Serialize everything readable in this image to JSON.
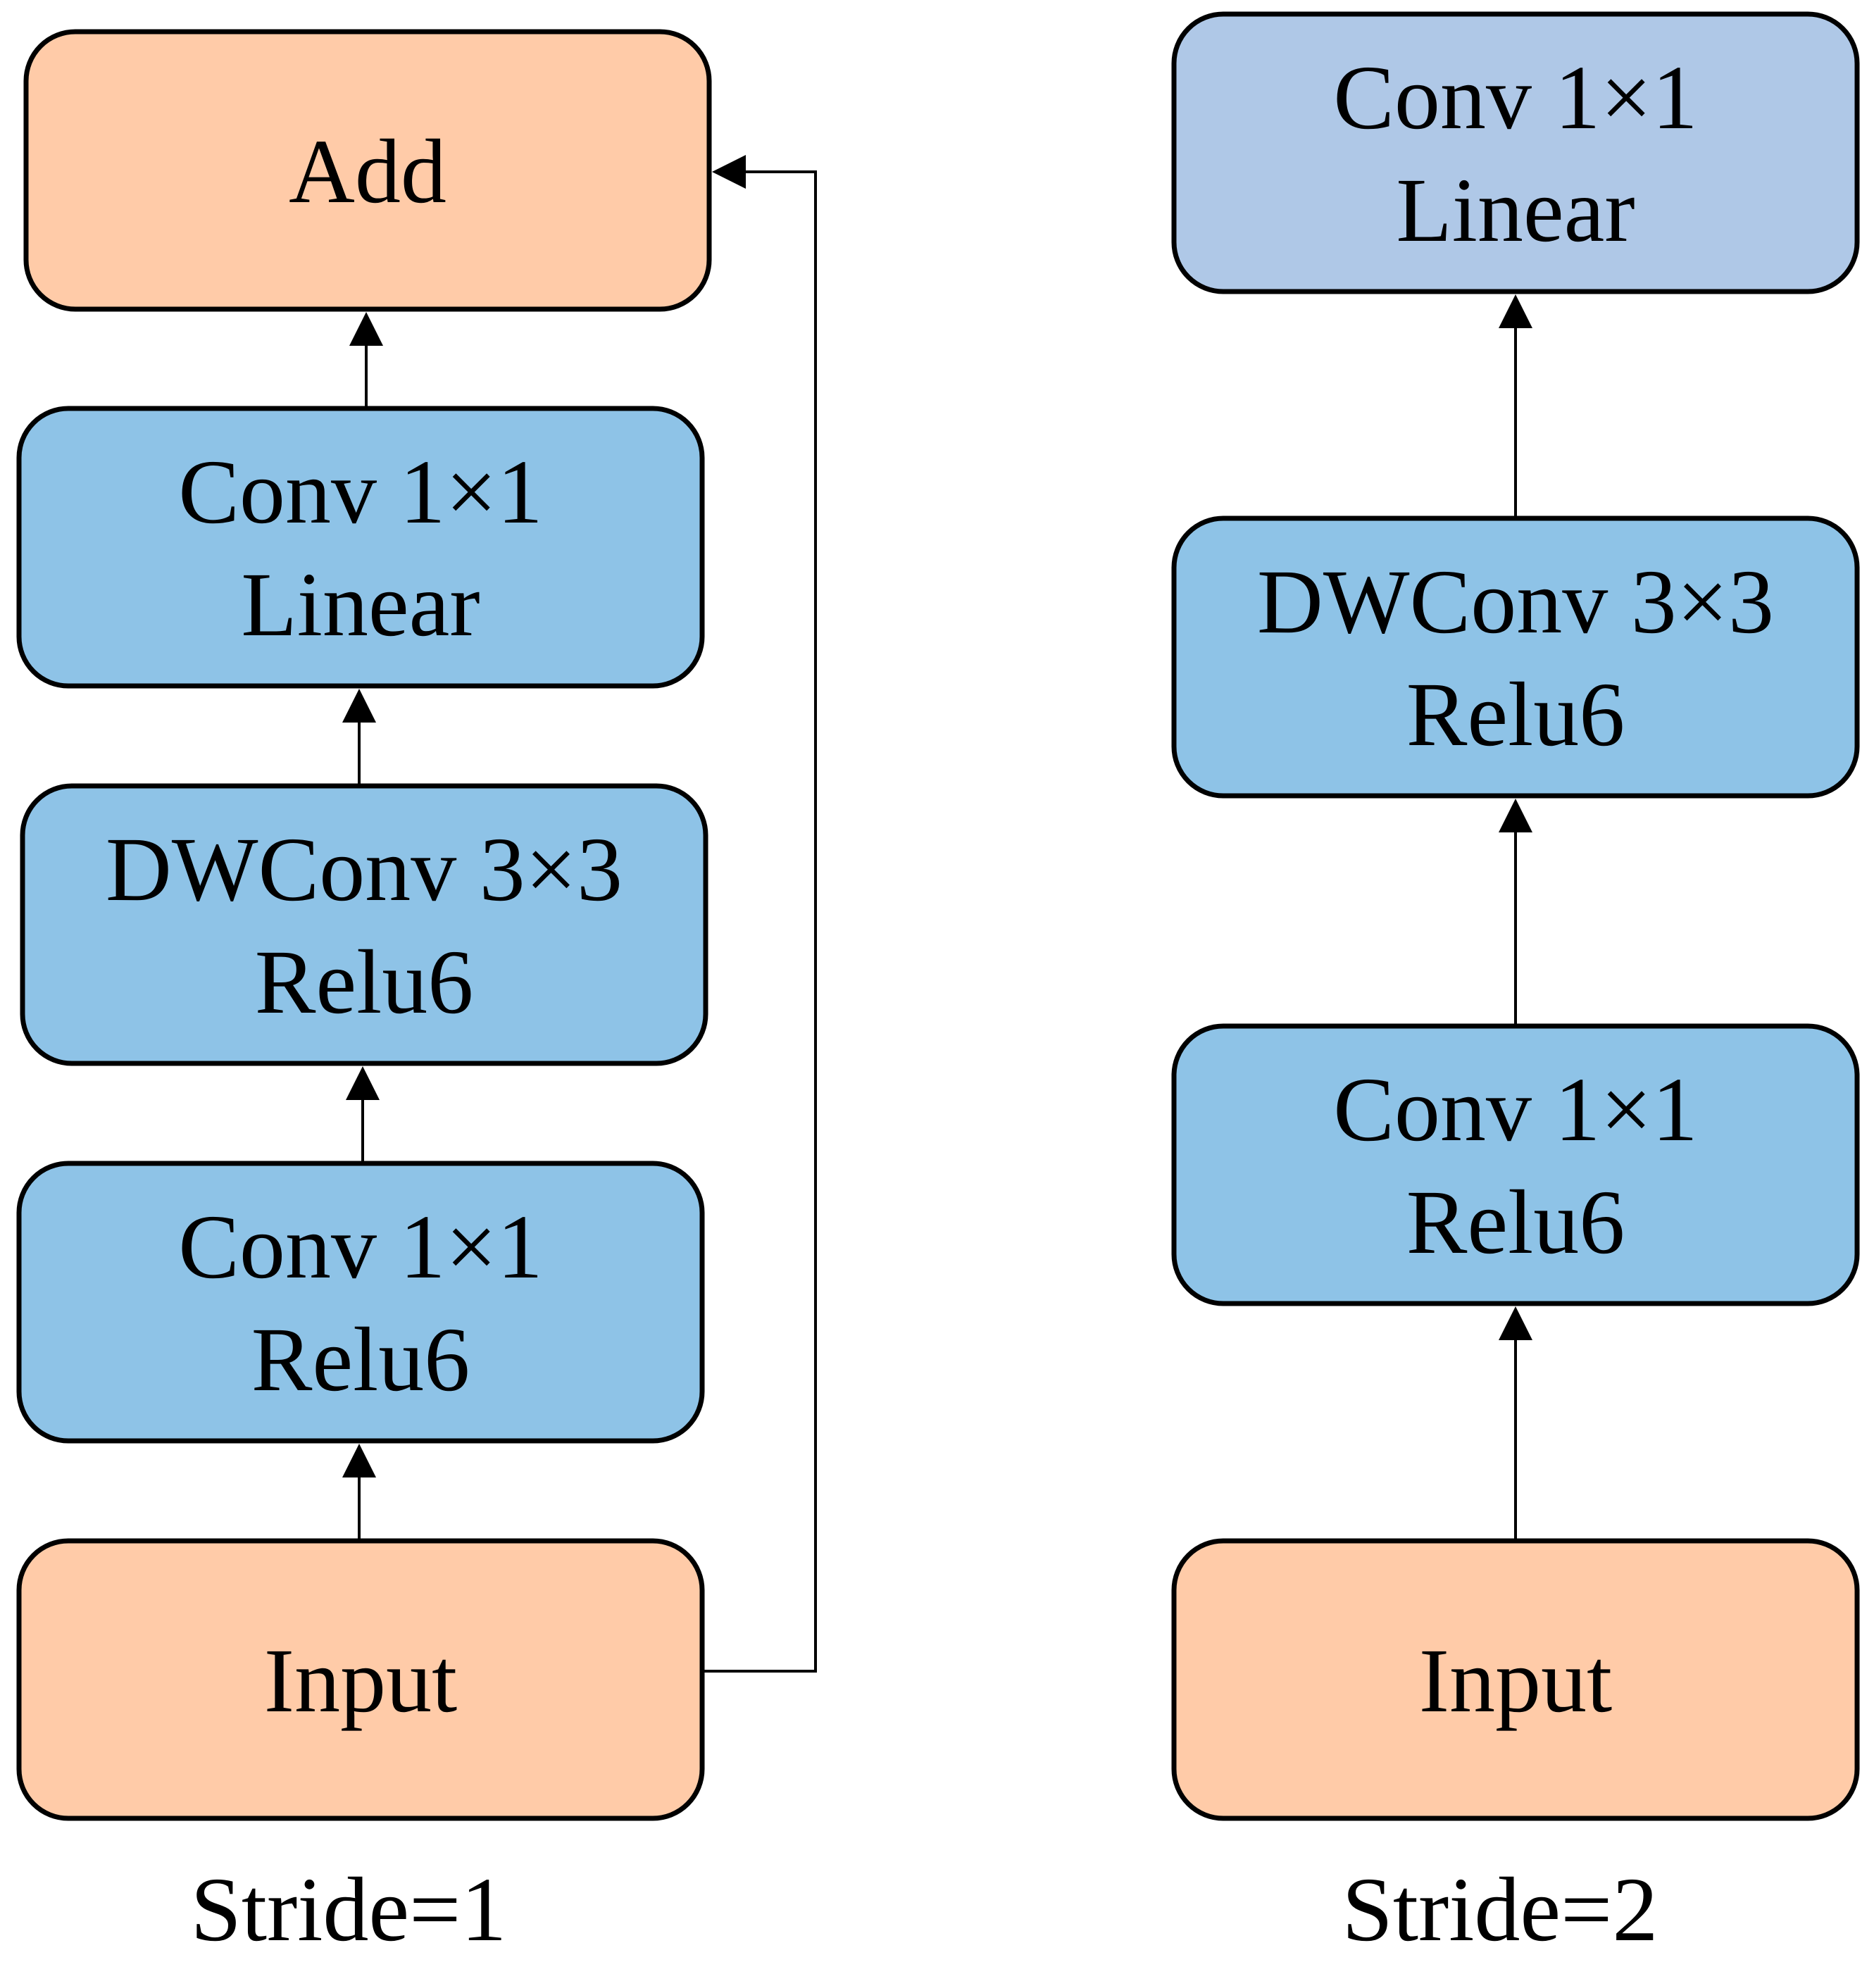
{
  "colors": {
    "orange": "#FFCBA8",
    "blue": "#8EC3E7",
    "light_blue": "#AFC8E7",
    "stroke": "#000000"
  },
  "left_block": {
    "caption": "Stride=1",
    "nodes": [
      {
        "id": "add",
        "lines": [
          "Add"
        ],
        "color": "orange"
      },
      {
        "id": "conv1x1-linear",
        "lines": [
          "Conv 1×1",
          "Linear"
        ],
        "color": "blue"
      },
      {
        "id": "dwconv3x3-relu6",
        "lines": [
          "DWConv 3×3",
          "Relu6"
        ],
        "color": "blue"
      },
      {
        "id": "conv1x1-relu6",
        "lines": [
          "Conv 1×1",
          "Relu6"
        ],
        "color": "blue"
      },
      {
        "id": "input",
        "lines": [
          "Input"
        ],
        "color": "orange"
      }
    ],
    "edges": [
      {
        "from": "input",
        "to": "conv1x1-relu6"
      },
      {
        "from": "conv1x1-relu6",
        "to": "dwconv3x3-relu6"
      },
      {
        "from": "dwconv3x3-relu6",
        "to": "conv1x1-linear"
      },
      {
        "from": "conv1x1-linear",
        "to": "add"
      },
      {
        "from": "input",
        "to": "add",
        "kind": "skip"
      }
    ]
  },
  "right_block": {
    "caption": "Stride=2",
    "nodes": [
      {
        "id": "conv1x1-linear",
        "lines": [
          "Conv 1×1",
          "Linear"
        ],
        "color": "light_blue"
      },
      {
        "id": "dwconv3x3-relu6",
        "lines": [
          "DWConv 3×3",
          "Relu6"
        ],
        "color": "blue"
      },
      {
        "id": "conv1x1-relu6",
        "lines": [
          "Conv 1×1",
          "Relu6"
        ],
        "color": "blue"
      },
      {
        "id": "input",
        "lines": [
          "Input"
        ],
        "color": "orange"
      }
    ],
    "edges": [
      {
        "from": "input",
        "to": "conv1x1-relu6"
      },
      {
        "from": "conv1x1-relu6",
        "to": "dwconv3x3-relu6"
      },
      {
        "from": "dwconv3x3-relu6",
        "to": "conv1x1-linear"
      }
    ]
  }
}
